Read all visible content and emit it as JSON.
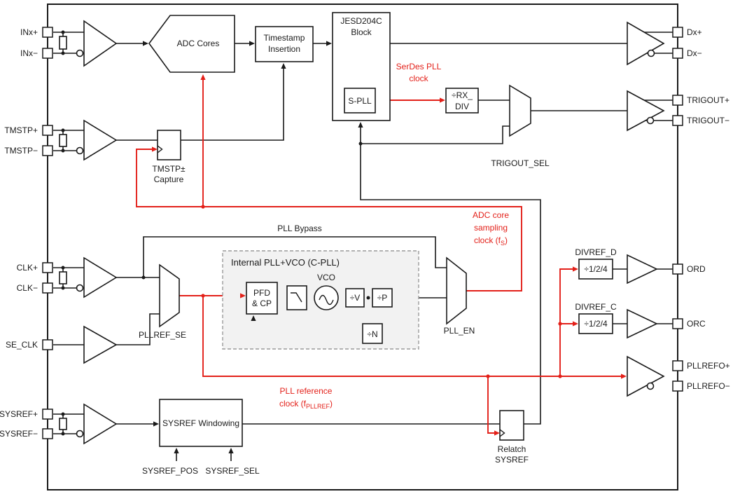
{
  "pins": {
    "left": [
      "INx+",
      "INx−",
      "TMSTP+",
      "TMSTP−",
      "CLK+",
      "CLK−",
      "SE_CLK",
      "SYSREF+",
      "SYSREF−"
    ],
    "right": [
      "Dx+",
      "Dx−",
      "TRIGOUT+",
      "TRIGOUT−",
      "ORD",
      "ORC",
      "PLLREFO+",
      "PLLREFO−"
    ]
  },
  "blocks": {
    "adc_cores": "ADC Cores",
    "timestamp_insertion": {
      "l1": "Timestamp",
      "l2": "Insertion"
    },
    "jesd": {
      "l1": "JESD204C",
      "l2": "Block"
    },
    "spll": "S-PLL",
    "rx_div": {
      "l1": "÷RX_",
      "l2": "DIV"
    },
    "trigout_sel": "TRIGOUT_SEL",
    "tmstp_capture": {
      "l1": "TMSTP±",
      "l2": "Capture"
    },
    "pll_bypass": "PLL Bypass",
    "pllref_se": "PLLREF_SE",
    "pll_en": "PLL_EN",
    "cpll_title": "Internal PLL+VCO (C-PLL)",
    "pfd": {
      "l1": "PFD",
      "l2": "& CP"
    },
    "vco": "VCO",
    "div_v": "÷V",
    "div_p": "÷P",
    "div_n": "÷N",
    "sysref_windowing": "SYSREF Windowing",
    "sysref_pos": "SYSREF_POS",
    "sysref_sel": "SYSREF_SEL",
    "relatch": {
      "l1": "Relatch",
      "l2": "SYSREF"
    },
    "divref_d": "DIVREF_D",
    "div124_d": "÷1/2/4",
    "divref_c": "DIVREF_C",
    "div124_c": "÷1/2/4"
  },
  "annotations": {
    "serdes_clk": {
      "l1": "SerDes PLL",
      "l2": "clock"
    },
    "adc_clk": {
      "l1": "ADC core",
      "l2": "sampling",
      "l3pre": "clock (f",
      "l3sub": "S",
      "l3post": ")"
    },
    "pll_ref_clk": {
      "l1": "PLL reference",
      "l2pre": "clock (f",
      "l2sub": "PLLREF",
      "l2post": ")"
    }
  },
  "colors": {
    "wire": "#1a1a1a",
    "red": "#e32019",
    "pll_box_fill": "#f2f2f2",
    "pll_box_border": "#999999",
    "bg": "#ffffff"
  }
}
